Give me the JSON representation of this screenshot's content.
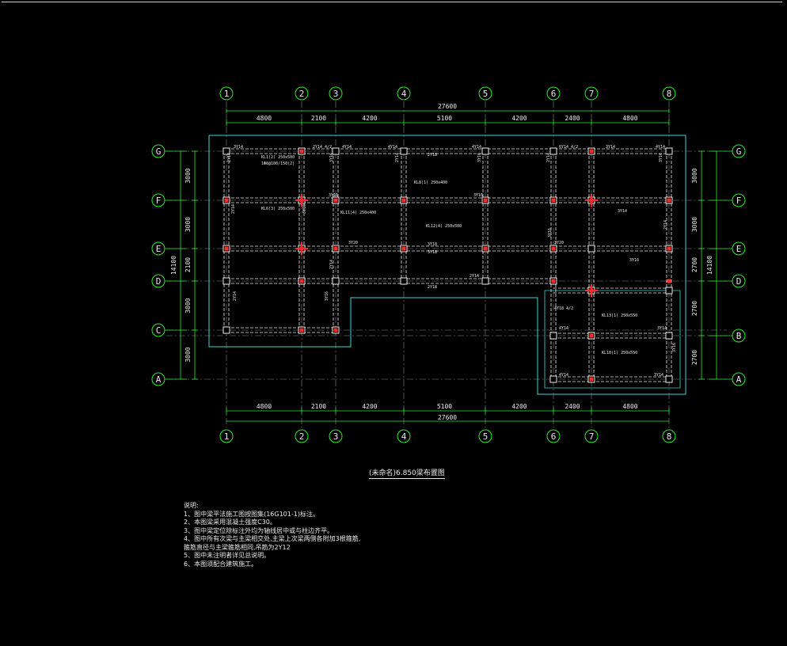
{
  "drawing": {
    "title": "(未命名)6.850梁布置图",
    "axes_top": [
      "1",
      "2",
      "3",
      "4",
      "5",
      "6",
      "7",
      "8"
    ],
    "axes_left": [
      "G",
      "F",
      "E",
      "D",
      "C",
      "A"
    ],
    "axes_right": [
      "G",
      "F",
      "E",
      "D",
      "B",
      "A"
    ],
    "dims_x": [
      "4800",
      "2100",
      "4200",
      "5100",
      "4200",
      "2400",
      "4800"
    ],
    "total_x": "27600",
    "dims_left": [
      "3000",
      "3000",
      "2100",
      "3000",
      "3000"
    ],
    "total_left": "14100",
    "dims_right": [
      "3000",
      "3000",
      "2700",
      "2700",
      "2700"
    ],
    "total_right": "14100",
    "beam_labels": [
      {
        "t": "3Y14"
      },
      {
        "t": "2Y14 4/2"
      },
      {
        "t": "4Y14"
      },
      {
        "t": "4Y14"
      },
      {
        "t": "2Y18"
      },
      {
        "t": "4Y14"
      },
      {
        "t": "6Y14 4/2"
      },
      {
        "t": "3Y14"
      },
      {
        "t": "4Y14"
      },
      {
        "t": "KL1(2) 250x500"
      },
      {
        "t": "1Φ8@100/150(2)"
      },
      {
        "t": "KL8(1) 250x400"
      },
      {
        "t": "KL6(3) 250x500"
      },
      {
        "t": "KL11(4) 250x400"
      },
      {
        "t": "KL12(4) 250x500"
      },
      {
        "t": "3Y16"
      },
      {
        "t": "3Y16"
      },
      {
        "t": "3Y20"
      },
      {
        "t": "3Y20"
      },
      {
        "t": "3Y18"
      },
      {
        "t": "3Y18"
      },
      {
        "t": "3Y14"
      },
      {
        "t": "2Y14"
      },
      {
        "t": "2Y18"
      },
      {
        "t": "3Y16"
      },
      {
        "t": "KL13(1) 250x550"
      },
      {
        "t": "KL10(1) 250x550"
      },
      {
        "t": "4Y18 4/2"
      },
      {
        "t": "4Y14"
      },
      {
        "t": "3Y14"
      },
      {
        "t": "4Y14"
      },
      {
        "t": "3Y14"
      }
    ]
  },
  "notes": {
    "heading": "说明:",
    "items": [
      "1、图中梁平法施工图按图集(16G101-1)标注。",
      "2、本图梁采用混凝土强度C30。",
      "3、图中梁定位除标注外均为轴线居中或与柱边齐平。",
      "4、图中所有次梁与主梁相交处,主梁上次梁两侧各附加3根箍筋,",
      "   箍筋直径与主梁箍筋相同,吊筋为2Y12",
      "5、图中未注明者详见总说明。",
      "6、本图须配合建筑施工。"
    ]
  }
}
